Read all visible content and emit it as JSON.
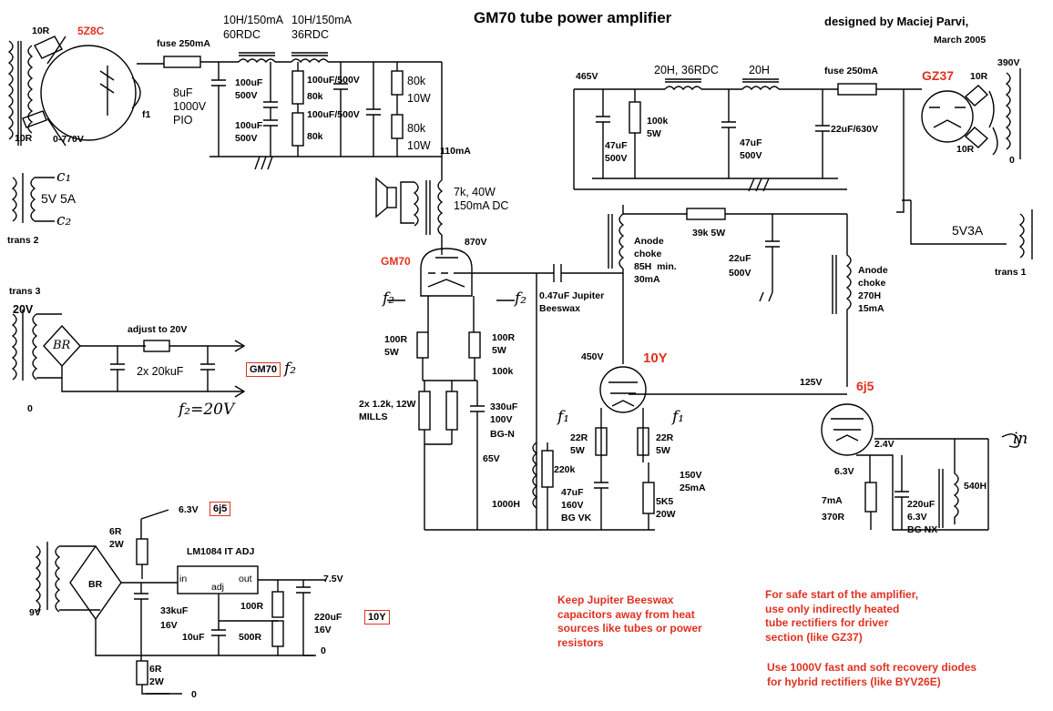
{
  "title": "GM70 tube power amplifier",
  "designer": "designed by Maciej Parvi,",
  "date": "March 2005",
  "tube_labels": {
    "rect_hv": "5Z8C",
    "output": "GM70",
    "driver": "10Y",
    "input": "6j5",
    "rect_driver": "GZ37"
  },
  "hv_supply": {
    "r1": "10R",
    "r2": "10R",
    "tx_voltage": "0-770V",
    "f1": "f1",
    "fuse": "fuse 250mA",
    "cap_pio": "8uF\n1000V\nPIO",
    "choke1": "10H/150mA\n60RDC",
    "choke2": "10H/150mA\n36RDC",
    "c1": "100uF\n500V",
    "c2": "100uF\n500V",
    "c3": "100uF/500V",
    "c4": "100uF/500V",
    "r80k_a": "80k",
    "r80k_b": "80k",
    "r80k_10w_a": "80k\n10W",
    "r80k_10w_b": "80k\n10W",
    "trans2_fil": "5V 5A",
    "trans2": "trans 2",
    "c1_mark": "c₁",
    "c2_mark": "c₂"
  },
  "output_stage": {
    "current": "110mA",
    "opt": "7k, 40W\n150mA DC",
    "anode_v": "870V",
    "f2_left": "f₂",
    "f2_right": "f₂",
    "r100_a": "100R\n5W",
    "r100_b": "100R\n5W",
    "r100k": "100k",
    "mills": "2x 1.2k, 12W\nMILLS",
    "cath_cap": "330uF\n100V",
    "bgn": "BG-N",
    "v65": "65V",
    "coupling": "0.47uF Jupiter\nBeeswax",
    "grid_choke": "1000H",
    "r220k": "220k"
  },
  "filament_supply": {
    "trans3": "trans 3",
    "v20": "20V",
    "br": "BR",
    "adjust": "adjust to 20V",
    "caps": "2x 20kuF",
    "gm70_box": "GM70",
    "f2": "f₂",
    "f2_20v": "f₂=20V",
    "zero": "0"
  },
  "driver_stage": {
    "v465": "465V",
    "choke_20h_36": "20H, 36RDC",
    "choke_20h": "20H",
    "fuse": "fuse 250mA",
    "r100k": "100k\n5W",
    "c47a": "47uF\n500V",
    "c47b": "47uF\n500V",
    "c22": "22uF/630V",
    "r39k": "39k  5W",
    "c22_500": "22uF\n500V",
    "anode_choke1": "Anode\nchoke\n85H  min.\n30mA",
    "anode_choke2": "Anode\nchoke\n270H\n15mA",
    "v450": "450V",
    "v125": "125V",
    "v390": "390V",
    "r10a": "10R",
    "r10b": "10R",
    "zero": "0",
    "fil_5v3a": "5V3A",
    "trans1": "trans 1",
    "f1_l": "f₁",
    "f1_r": "f₁",
    "r22a": "22R\n5W",
    "r22b": "22R\n5W",
    "c47vk": "47uF\n160V\nBG VK",
    "r5k5": "5K5\n20W",
    "v150": "150V\n25mA",
    "v24": "2.4V",
    "v63": "6.3V",
    "ma7": "7mA",
    "r370": "370R",
    "c220": "220uF\n6.3V\nBG NX",
    "choke540": "540H",
    "in": "in"
  },
  "heater_supply": {
    "v63": "6.3V",
    "box_6j5": "6j5",
    "r6a": "6R\n2W",
    "lm": "LM1084 IT ADJ",
    "pin_in": "in",
    "pin_adj": "adj",
    "pin_out": "out",
    "v75": "7.5V",
    "br": "BR",
    "v9": "9V",
    "c33k": "33kuF\n16V",
    "r100": "100R",
    "c10": "10uF",
    "r500": "500R",
    "c220": "220uF\n16V",
    "zero": "0",
    "zero2": "0",
    "box_10y": "10Y",
    "r6b": "6R\n2W"
  },
  "notes": {
    "beeswax": "Keep Jupiter Beeswax\ncapacitors away from heat\nsources like tubes or power\nresistors",
    "safe_start": "For safe start of the amplifier,\nuse only indirectly heated\ntube rectifiers for driver\nsection (like GZ37)",
    "diodes": "Use 1000V fast and soft recovery diodes\nfor hybrid rectifiers (like BYV26E)"
  }
}
